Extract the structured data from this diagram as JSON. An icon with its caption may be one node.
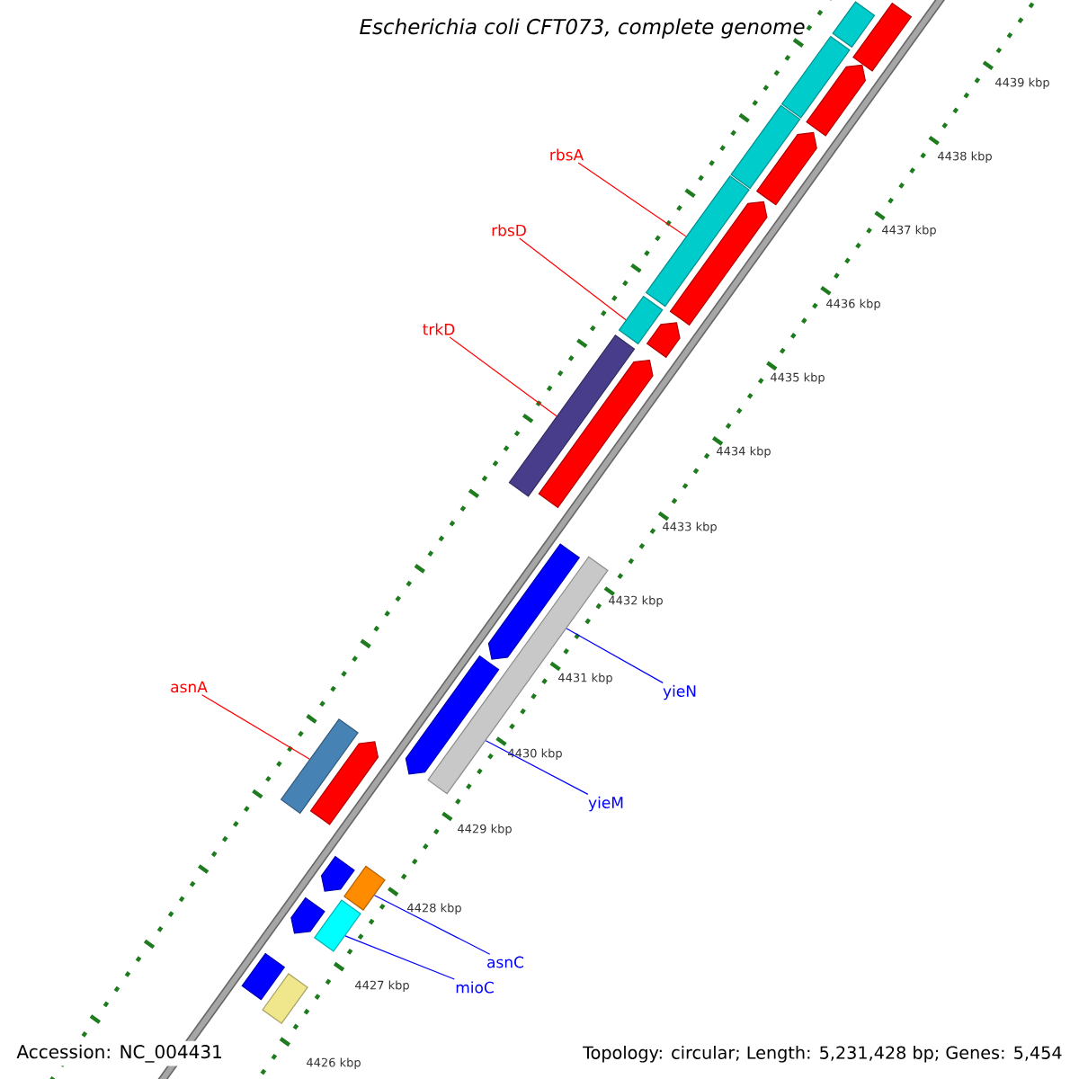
{
  "diagram": {
    "title": "Escherichia coli CFT073, complete genome",
    "nodes": [
      {
        "text": [
          "rbsA"
        ]
      },
      {
        "text": [],
        "shape": "bar"
      },
      {
        "text": [
          "rbsD"
        ]
      },
      {
        "text": [],
        "shape": "bar"
      },
      {
        "text": [
          "trkD"
        ]
      },
      {
        "text": [],
        "shape": "bar"
      },
      {
        "text": [
          "yieN"
        ]
      },
      {
        "text": [],
        "shape": "bar"
      },
      {
        "text": [
          "asnA"
        ]
      },
      {
        "text": [],
        "shape": "bar"
      },
      {
        "text": [
          "yieM"
        ]
      },
      {
        "text": [
          "asnC"
        ]
      },
      {
        "text": [],
        "shape": "bar"
      },
      {
        "text": [
          "mioC"
        ]
      },
      {
        "text": [],
        "shape": "bar"
      },
      {
        "text": [],
        "shape": "bar"
      },
      {
        "text": [],
        "shape": "bar"
      },
      {
        "text": [],
        "shape": "bar"
      },
      {
        "text": [],
        "shape": "bar"
      },
      {
        "text": [],
        "shape": "bar"
      },
      {
        "text": [],
        "shape": "bar"
      },
      {
        "text": [],
        "shape": "bar"
      },
      {
        "text": [],
        "shape": "bar"
      },
      {
        "text": [],
        "shape": "bar"
      },
      {
        "text": [],
        "shape": "bar"
      },
      {
        "text": [],
        "shape": "bar"
      },
      {
        "text": [],
        "shape": "bar"
      },
      {
        "text": [],
        "shape": "bar"
      },
      {
        "text": [],
        "shape": "bar"
      },
      {
        "text": [],
        "shape": "bar"
      },
      {
        "text": [],
        "shape": "bar"
      }
    ],
    "edges": [
      {
        "from": 0,
        "to": 1,
        "arrow": "none",
        "color": "#ff0000"
      },
      {
        "from": 2,
        "to": 3,
        "arrow": "none",
        "color": "#ff0000"
      },
      {
        "from": 4,
        "to": 5,
        "arrow": "none",
        "color": "#ff0000"
      },
      {
        "from": 6,
        "to": 7,
        "arrow": "none",
        "color": "#0000ff"
      },
      {
        "from": 8,
        "to": 9,
        "arrow": "none",
        "color": "#ff0000"
      },
      {
        "from": 10,
        "to": 7,
        "arrow": "none",
        "color": "#0000ff"
      },
      {
        "from": 11,
        "to": 12,
        "arrow": "none",
        "color": "#0000ff"
      },
      {
        "from": 13,
        "to": 14,
        "arrow": "none",
        "color": "#0000ff"
      }
    ],
    "labels": [
      "4439 kbp",
      "4438 kbp",
      "4437 kbp",
      "4436 kbp",
      "4435 kbp",
      "4434 kbp",
      "4433 kbp",
      "4432 kbp",
      "4431 kbp",
      "4430 kbp",
      "4429 kbp",
      "4428 kbp",
      "4427 kbp",
      "4426 kbp",
      "Accession: NC_004431",
      "Topology: circular; Length: 5,231,428 bp; Genes: 5,454"
    ]
  }
}
